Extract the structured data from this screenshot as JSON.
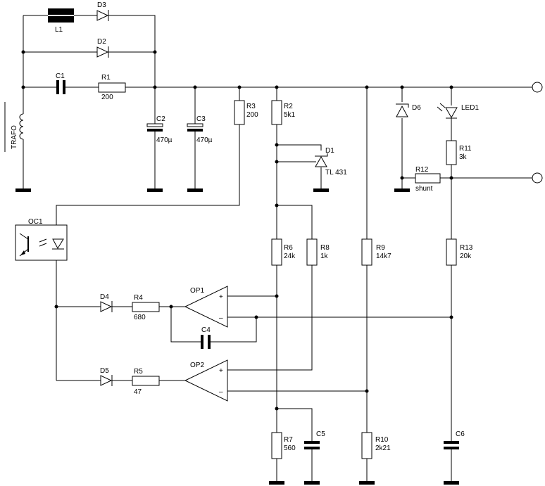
{
  "components": {
    "l1": {
      "ref": "L1"
    },
    "d3": {
      "ref": "D3"
    },
    "d2": {
      "ref": "D2"
    },
    "c1": {
      "ref": "C1"
    },
    "r1": {
      "ref": "R1",
      "value": "200"
    },
    "c2": {
      "ref": "C2",
      "value": "470µ"
    },
    "c3": {
      "ref": "C3",
      "value": "470µ"
    },
    "r3": {
      "ref": "R3",
      "value": "200"
    },
    "trafo": {
      "ref": "TRAFO"
    },
    "r2": {
      "ref": "R2",
      "value": "5k1"
    },
    "d1": {
      "ref": "D1",
      "value": "TL 431"
    },
    "d6": {
      "ref": "D6"
    },
    "led1": {
      "ref": "LED1"
    },
    "r11": {
      "ref": "R11",
      "value": "3k"
    },
    "r12": {
      "ref": "R12",
      "value": "shunt"
    },
    "oc1": {
      "ref": "OC1"
    },
    "r6": {
      "ref": "R6",
      "value": "24k"
    },
    "r8": {
      "ref": "R8",
      "value": "1k"
    },
    "r9": {
      "ref": "R9",
      "value": "14k7"
    },
    "r13": {
      "ref": "R13",
      "value": "20k"
    },
    "d4": {
      "ref": "D4"
    },
    "r4": {
      "ref": "R4",
      "value": "680"
    },
    "op1": {
      "ref": "OP1",
      "plus": "+",
      "minus": "–"
    },
    "c4": {
      "ref": "C4"
    },
    "d5": {
      "ref": "D5"
    },
    "r5": {
      "ref": "R5",
      "value": "47"
    },
    "op2": {
      "ref": "OP2",
      "plus": "+",
      "minus": "–"
    },
    "r7": {
      "ref": "R7",
      "value": "560"
    },
    "c5": {
      "ref": "C5"
    },
    "r10": {
      "ref": "R10",
      "value": "2k21"
    },
    "c6": {
      "ref": "C6"
    }
  }
}
